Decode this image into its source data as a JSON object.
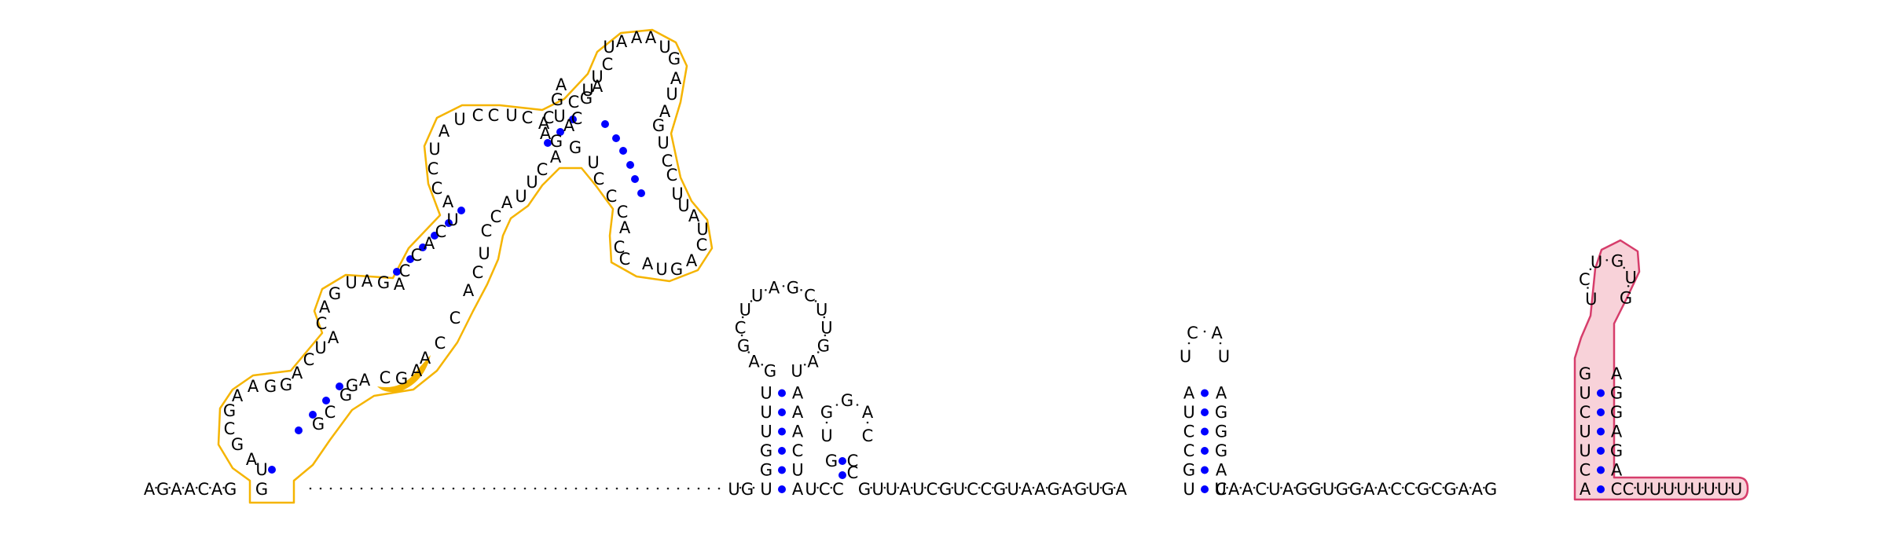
{
  "backbone": {
    "prefix": "AGAACAG",
    "stem1_5": "UGGUUU",
    "stem1_3": "AAACUA",
    "loop1": "GAGCUUAGCUUGAU",
    "link1": "UCC",
    "loop2": "UGGAC",
    "link2": "GUUAUCGUCCGUAAGAGUGA",
    "stem3_5": "UGCCUA",
    "stem3_3": "AGGGAC",
    "loop3": "UCAU",
    "link3": "UAACUAGGUGGAACCGCGAAG",
    "stem4_5": "ACUUCUG",
    "stem4_3": "AGGAGAC",
    "loop4": "UCUGUG",
    "tail": "CUUUUUUUU"
  },
  "structure1_letters": [
    "G",
    "U",
    "A",
    "G",
    "C",
    "G",
    "A",
    "A",
    "G",
    "G",
    "A",
    "C",
    "U",
    "A",
    "C",
    "A",
    "G",
    "U",
    "A",
    "G",
    "A",
    "C",
    "C",
    "A",
    "C",
    "U",
    "A",
    "C",
    "C",
    "U",
    "A",
    "U",
    "C",
    "C",
    "U",
    "C",
    "A",
    "U",
    "C",
    "U",
    "U",
    "A",
    "G",
    "C",
    "A",
    "G",
    "A",
    "C",
    "G",
    "A",
    "C",
    "U",
    "A",
    "A",
    "A",
    "U",
    "G",
    "A",
    "U",
    "A",
    "G",
    "U",
    "C",
    "C",
    "U",
    "U",
    "A",
    "U",
    "C",
    "A",
    "G",
    "U",
    "A",
    "C",
    "C",
    "A",
    "C",
    "C",
    "C",
    "U",
    "G",
    "A",
    "C",
    "U",
    "U",
    "A",
    "C",
    "C",
    "U",
    "C",
    "A",
    "C",
    "C",
    "A",
    "A",
    "G",
    "C",
    "A",
    "G",
    "G",
    "C",
    "G"
  ],
  "highlight_colors": {
    "domain1": "#f5b400",
    "domain2_outline": "#d63d6b",
    "domain2_fill": "#f8d2d9",
    "base_pair_dot": "#0000ff"
  }
}
